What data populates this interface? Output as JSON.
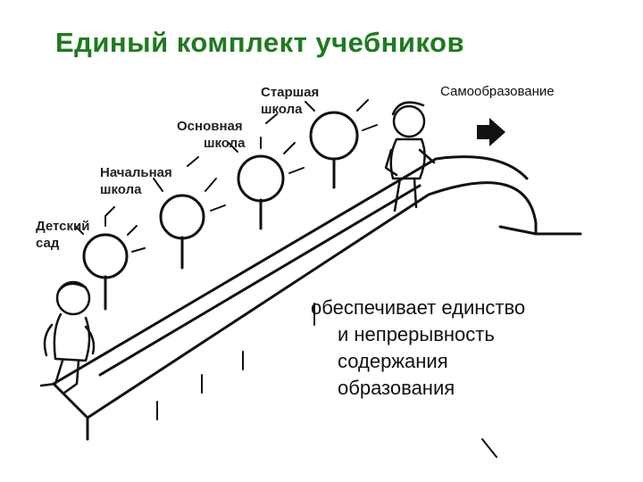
{
  "title": "Единый комплект учебников",
  "stages": [
    {
      "line1": "Детский",
      "line2": "сад"
    },
    {
      "line1": "Начальная",
      "line2": "школа"
    },
    {
      "line1": "Основная",
      "line2": "школа"
    },
    {
      "line1": "Старшая",
      "line2": "школа"
    }
  ],
  "self_education": "Самообразование",
  "caption": {
    "line1": "обеспечивает единство",
    "line2": "и непрерывность",
    "line3": "содержания",
    "line4": "образования"
  },
  "icons": [
    "arrow-right-icon",
    "child-figure",
    "student-figure",
    "escalator"
  ]
}
